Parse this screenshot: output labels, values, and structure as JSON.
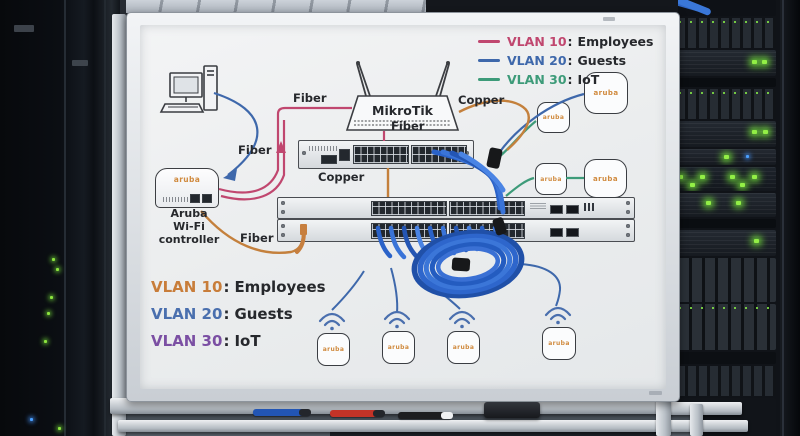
{
  "colors": {
    "vlan10_marker": "#c0476f",
    "vlan20_marker": "#3e68ab",
    "vlan30_marker": "#3d9b79",
    "vlan10_bottom": "#c87d3a",
    "vlan20_bottom": "#4a6fae",
    "vlan30_bottom": "#7b4fa3",
    "copper_orange": "#c4803c",
    "aruba_orange": "#d08a3e",
    "cable_blue_dark": "#2050a8",
    "cable_blue": "#2e66cc",
    "cable_blue_light": "#4a84e4",
    "tie_black": "#17181a",
    "ink_black": "#26282c",
    "marker_blue": "#2255b4",
    "marker_red": "#c33327",
    "marker_black": "#1c1d20",
    "led_green": "#8ce43e"
  },
  "legend_top": {
    "items": [
      {
        "vlan": "VLAN 10",
        "name": "Employees",
        "color": "#c0476f"
      },
      {
        "vlan": "VLAN 20",
        "name": "Guests",
        "color": "#3e68ab"
      },
      {
        "vlan": "VLAN 30",
        "name": "IoT",
        "color": "#3d9b79"
      }
    ]
  },
  "legend_bottom": {
    "items": [
      {
        "vlan": "VLAN 10",
        "name": "Employees",
        "color": "#c87d3a"
      },
      {
        "vlan": "VLAN 20",
        "name": "Guests",
        "color": "#4a6fae"
      },
      {
        "vlan": "VLAN 30",
        "name": "IoT",
        "color": "#7b4fa3"
      }
    ]
  },
  "labels": {
    "sep": ":",
    "fiber": "Fiber",
    "copper": "Copper",
    "mikrotik": "MikroTik",
    "aruba_logo": "aruba",
    "controller_line1": "Aruba",
    "controller_line2": "Wi-Fi controller"
  },
  "icons": {
    "pc": "desktop-computer-icon",
    "router": "wireless-router-icon",
    "switch": "rackmount-switch-icon",
    "access_point": "aruba-access-point-icon",
    "wifi": "wifi-signal-icon"
  }
}
